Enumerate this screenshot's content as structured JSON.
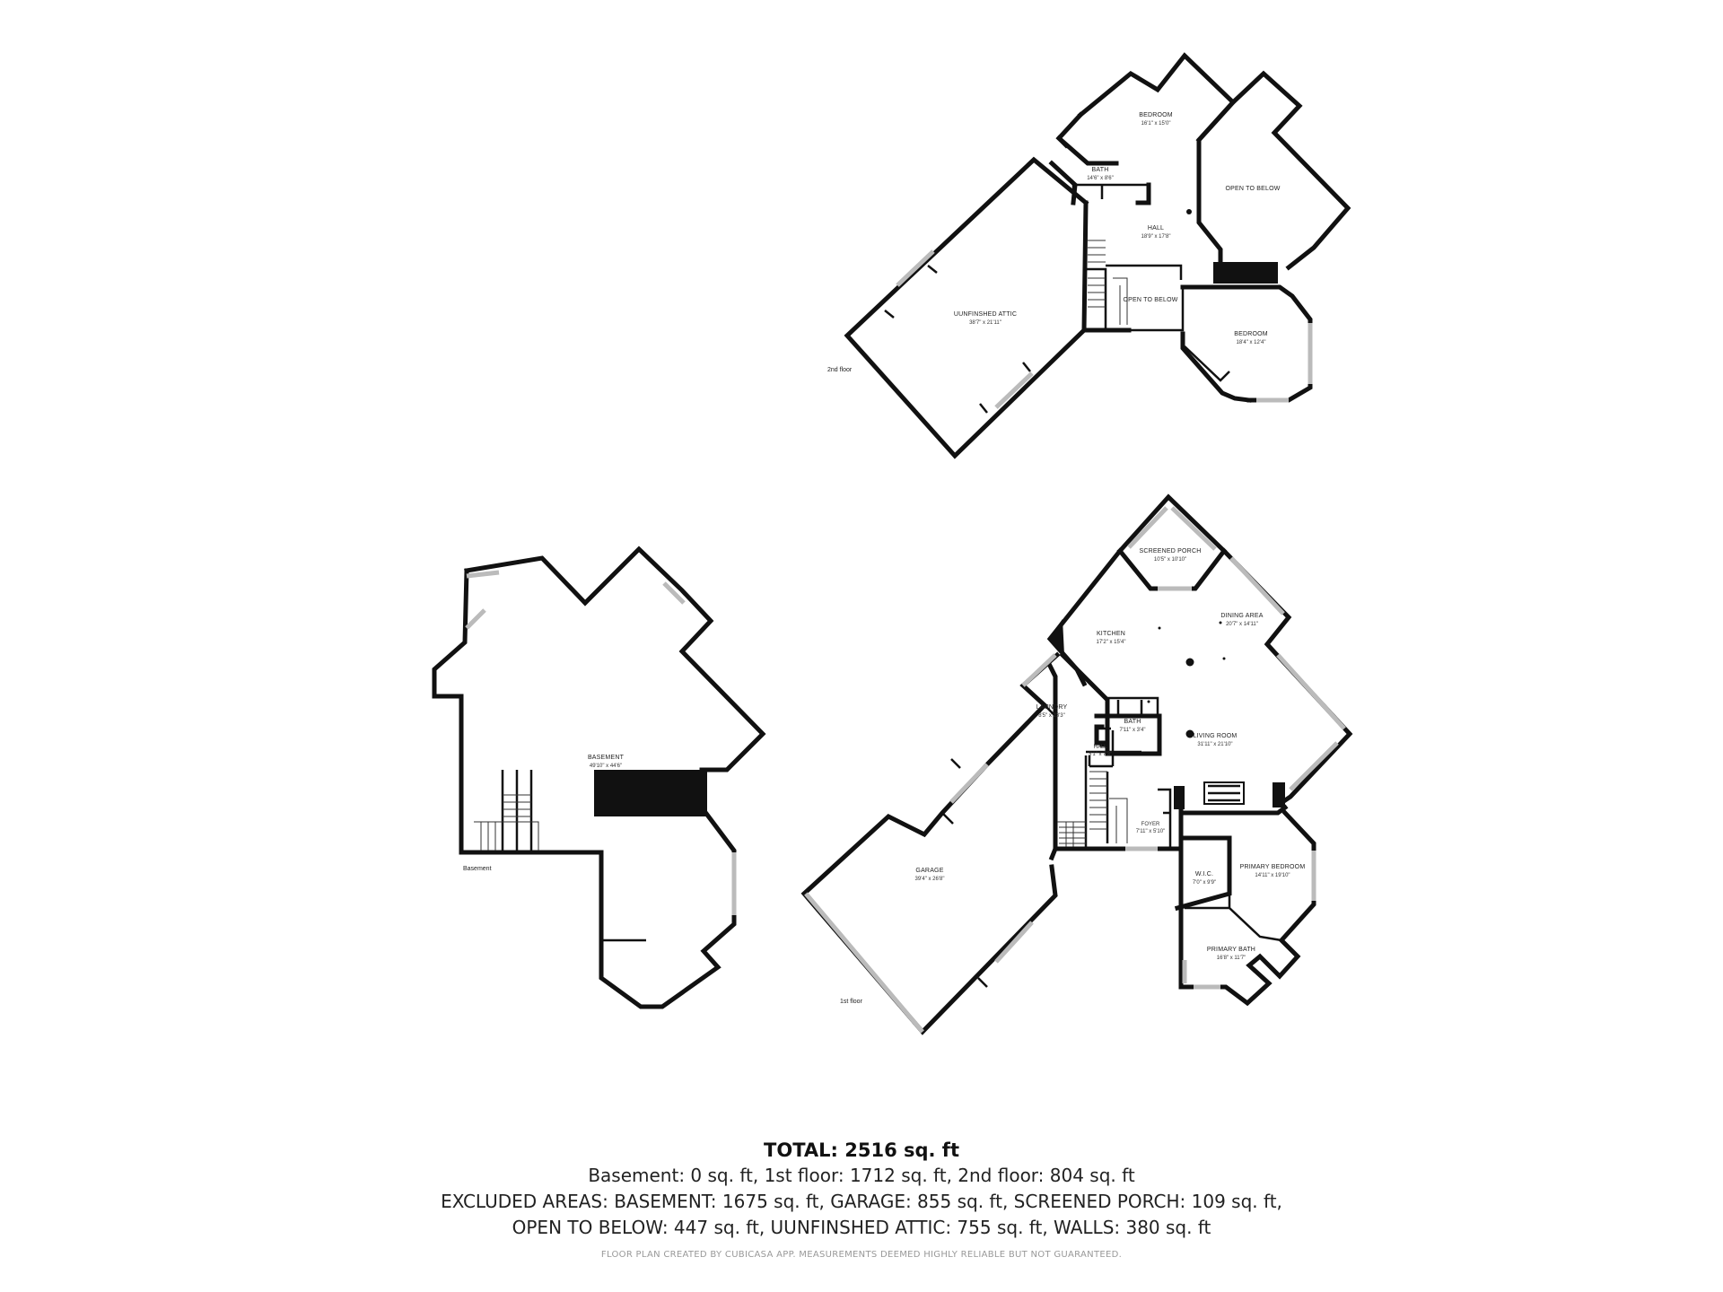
{
  "floors": {
    "second": "2nd floor",
    "first": "1st floor",
    "basement": "Basement"
  },
  "rooms": {
    "bedroom_upper": {
      "name": "BEDROOM",
      "dim": "16'1\" x 15'0\""
    },
    "bath_upper": {
      "name": "BATH",
      "dim": "14'6\" x 8'6\""
    },
    "open_to_below_1": {
      "name": "OPEN TO BELOW"
    },
    "hall": {
      "name": "HALL",
      "dim": "18'9\" x 17'8\""
    },
    "open_to_below_2": {
      "name": "OPEN TO BELOW"
    },
    "bedroom_2": {
      "name": "BEDROOM",
      "dim": "18'4\" x 12'4\""
    },
    "attic": {
      "name": "UUNFINSHED ATTIC",
      "dim": "38'7\" x 21'11\""
    },
    "basement": {
      "name": "BASEMENT",
      "dim": "49'10\" x 44'6\""
    },
    "screened_porch": {
      "name": "SCREENED PORCH",
      "dim": "10'5\" x 10'10\""
    },
    "dining": {
      "name": "DINING AREA",
      "dim": "20'7\" x 14'11\""
    },
    "kitchen": {
      "name": "KITCHEN",
      "dim": "17'2\" x 15'4\""
    },
    "laundry": {
      "name": "LAUNDRY",
      "dim": "8'5\" x 23'3\""
    },
    "bath_main": {
      "name": "BATH",
      "dim": "7'11\" x 3'4\""
    },
    "hall_small": {
      "name": "HALL",
      "dim": "3'1\" x 7'3\""
    },
    "living": {
      "name": "LIVING ROOM",
      "dim": "31'11\" x 21'10\""
    },
    "foyer": {
      "name": "FOYER",
      "dim": "7'11\" x 5'10\""
    },
    "garage": {
      "name": "GARAGE",
      "dim": "39'4\" x 26'8\""
    },
    "wic": {
      "name": "W.I.C.",
      "dim": "7'0\" x 9'9\""
    },
    "primary_bedroom": {
      "name": "PRIMARY BEDROOM",
      "dim": "14'11\" x 19'10\""
    },
    "primary_bath": {
      "name": "PRIMARY BATH",
      "dim": "16'8\" x 11'7\""
    }
  },
  "summary": {
    "total": "TOTAL: 2516 sq. ft",
    "line1": "Basement: 0 sq. ft, 1st floor: 1712 sq. ft, 2nd floor: 804 sq. ft",
    "line2": "EXCLUDED AREAS: BASEMENT: 1675 sq. ft, GARAGE: 855 sq. ft, SCREENED PORCH: 109 sq. ft,",
    "line3": "OPEN TO BELOW: 447 sq. ft, UUNFINSHED ATTIC: 755 sq. ft, WALLS: 380 sq. ft",
    "credit": "FLOOR PLAN CREATED BY CUBICASA APP. MEASUREMENTS DEEMED HIGHLY RELIABLE BUT NOT GUARANTEED."
  }
}
